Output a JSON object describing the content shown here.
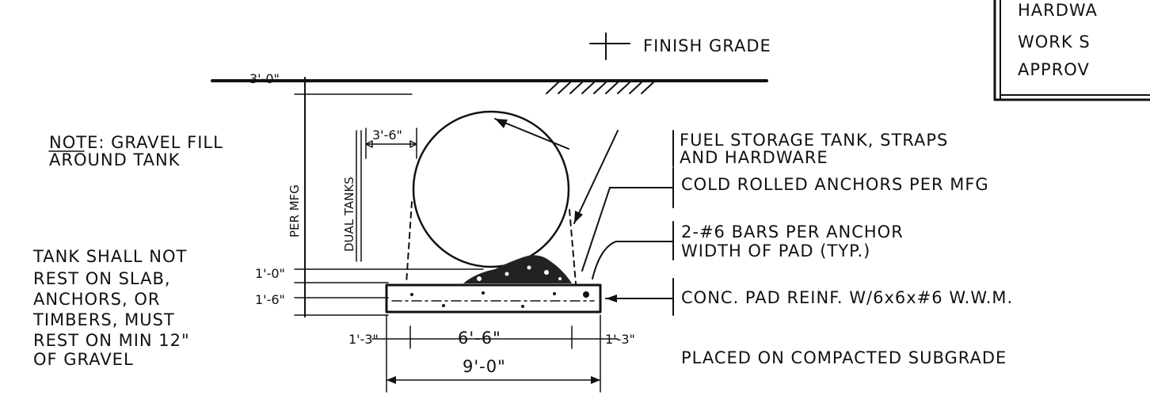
{
  "title_block": {
    "line1": "HARDWA",
    "line2": "WORK S",
    "line3": "APPROV"
  },
  "labels": {
    "finish_grade": "FINISH GRADE",
    "note_line1": "NOTE: GRAVEL FILL",
    "note_line2": "AROUND TANK",
    "tank_line1": "TANK SHALL NOT",
    "tank_line2": "REST ON SLAB,",
    "tank_line3": "ANCHORS, OR",
    "tank_line4": "TIMBERS, MUST",
    "tank_line5": "REST ON MIN 12\"",
    "tank_line6": "OF GRAVEL",
    "callout_tank_line1": "FUEL STORAGE TANK, STRAPS",
    "callout_tank_line2": "AND HARDWARE",
    "callout_anchor": "COLD ROLLED ANCHORS PER MFG",
    "callout_bars_line1": "2-#6 BARS PER ANCHOR",
    "callout_bars_line2": "WIDTH OF PAD (TYP.)",
    "callout_pad": "CONC. PAD REINF. W/6x6x#6 W.W.M.",
    "placed": "PLACED ON COMPACTED SUBGRADE",
    "per_mfg": "PER MFG",
    "dual_tanks": "DUAL TANKS"
  },
  "dimensions": {
    "cover": "3'-0\"",
    "top_spacing": "3'-6\"",
    "gravel": "1'-0\"",
    "pad": "1'-6\"",
    "edge_left": "1'-3\"",
    "center": "6'-6\"",
    "edge_right": "1'-3\"",
    "overall": "9'-0\""
  }
}
